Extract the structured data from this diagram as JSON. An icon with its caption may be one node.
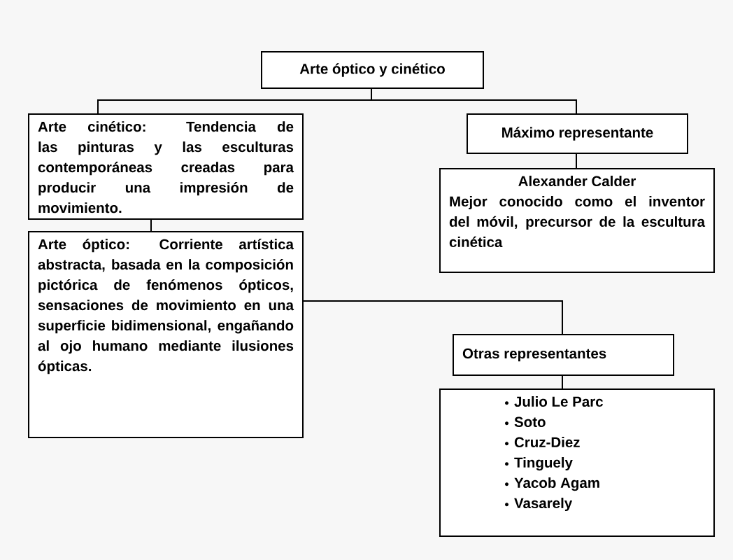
{
  "diagram": {
    "nodes": [
      {
        "text": [
          "Arte óptico y cinético"
        ]
      },
      {
        "text": [
          "Arte cinético: Tendencia de las pinturas y las esculturas contemporáneas creadas para producir una impresión de movimiento."
        ]
      },
      {
        "text": [
          "Máximo representante"
        ]
      },
      {
        "text": [
          "Alexander Calder",
          "Mejor conocido como el inventor del móvil, precursor de la escultura cinética"
        ]
      },
      {
        "text": [
          "Arte óptico: Corriente artística abstracta, basada en la composición pictórica de fenómenos ópticos, sensaciones de movimiento en una superficie bidimensional, engañando al ojo humano mediante ilusiones ópticas."
        ]
      },
      {
        "text": [
          "Otras representantes"
        ]
      },
      {
        "text": [
          "Julio Le Parc",
          "Soto",
          "Cruz-Diez",
          "Tinguely",
          "Yacob Agam",
          "Vasarely"
        ]
      }
    ],
    "edges": [
      {
        "from": 0,
        "to": 1,
        "arrow": "none"
      },
      {
        "from": 0,
        "to": 2,
        "arrow": "none"
      },
      {
        "from": 1,
        "to": 4,
        "arrow": "none"
      },
      {
        "from": 2,
        "to": 3,
        "arrow": "none"
      },
      {
        "from": 4,
        "to": 5,
        "arrow": "none"
      },
      {
        "from": 5,
        "to": 6,
        "arrow": "none"
      }
    ]
  }
}
